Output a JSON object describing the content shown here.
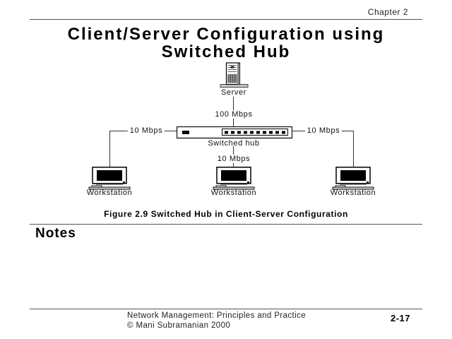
{
  "header": {
    "chapter": "Chapter 2"
  },
  "title": {
    "line1": "Client/Server Configuration using",
    "line2": "Switched Hub"
  },
  "diagram": {
    "server_label": "Server",
    "hub_label": "Switched hub",
    "server_link_speed": "100 Mbps",
    "left_link_speed": "10 Mbps",
    "center_link_speed": "10 Mbps",
    "right_link_speed": "10 Mbps",
    "workstations": [
      {
        "label": "Workstation"
      },
      {
        "label": "Workstation"
      },
      {
        "label": "Workstation"
      }
    ]
  },
  "caption": "Figure 2.9 Switched Hub in Client-Server Configuration",
  "notes": {
    "heading": "Notes"
  },
  "footer": {
    "line1": "Network Management: Principles and Practice",
    "line2": "© Mani Subramanian 2000",
    "page": "2-17"
  },
  "colors": {
    "ink": "#000000",
    "paper": "#ffffff"
  }
}
